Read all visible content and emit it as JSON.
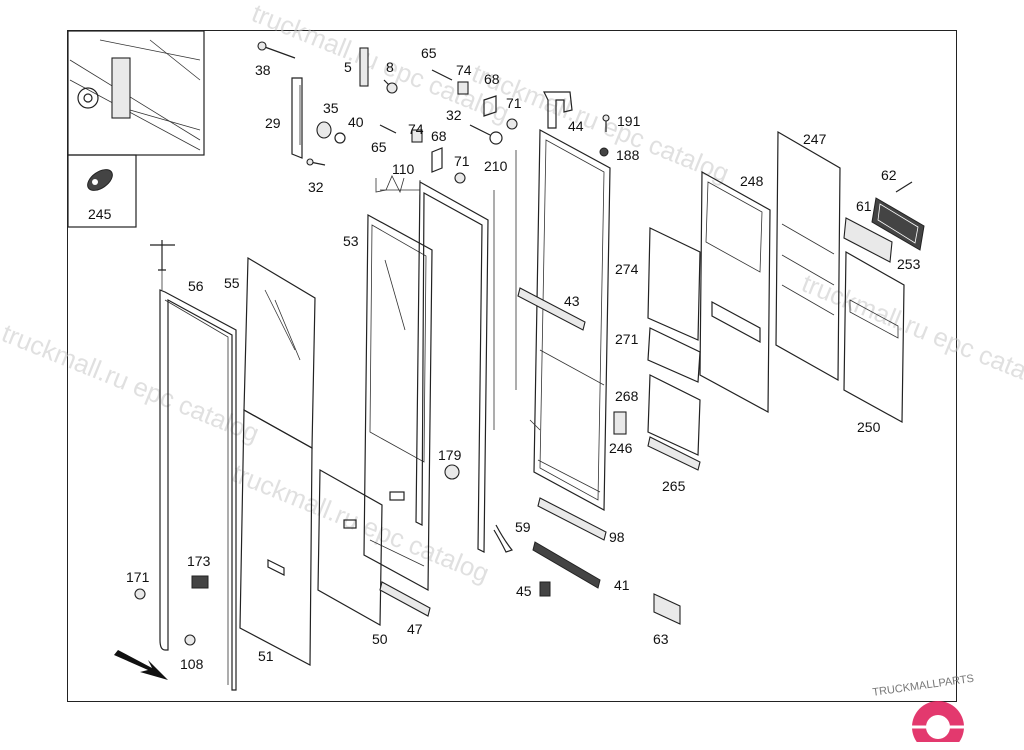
{
  "watermarks": [
    "truckmall.ru epc catalog",
    "truckmall.ru epc catalog",
    "truckmall.ru epc catalog",
    "truckmall.ru epc catalog",
    "truckmall.ru epc catalog"
  ],
  "labels": {
    "p38": "38",
    "p5": "5",
    "p8": "8",
    "p65a": "65",
    "p74a": "74",
    "p68a": "68",
    "p35": "35",
    "p40": "40",
    "p29": "29",
    "p32a": "32",
    "p71a": "71",
    "p44": "44",
    "p191": "191",
    "p65b": "65",
    "p74b": "74",
    "p68b": "68",
    "p71b": "71",
    "p210": "210",
    "p188": "188",
    "p32b": "32",
    "p110": "110",
    "p247": "247",
    "p248": "248",
    "p62": "62",
    "p61": "61",
    "p253": "253",
    "p245": "245",
    "p53": "53",
    "p56": "56",
    "p55": "55",
    "p43": "43",
    "p274": "274",
    "p271": "271",
    "p268": "268",
    "p246": "246",
    "p250": "250",
    "p179": "179",
    "p265": "265",
    "p59": "59",
    "p98": "98",
    "p171": "171",
    "p173": "173",
    "p45": "45",
    "p41": "41",
    "p108": "108",
    "p50": "50",
    "p47": "47",
    "p51": "51",
    "p63": "63"
  },
  "logo_text": "TRUCKMALLPARTS",
  "colors": {
    "logo_accent": "#e0245e",
    "line": "#222222"
  }
}
